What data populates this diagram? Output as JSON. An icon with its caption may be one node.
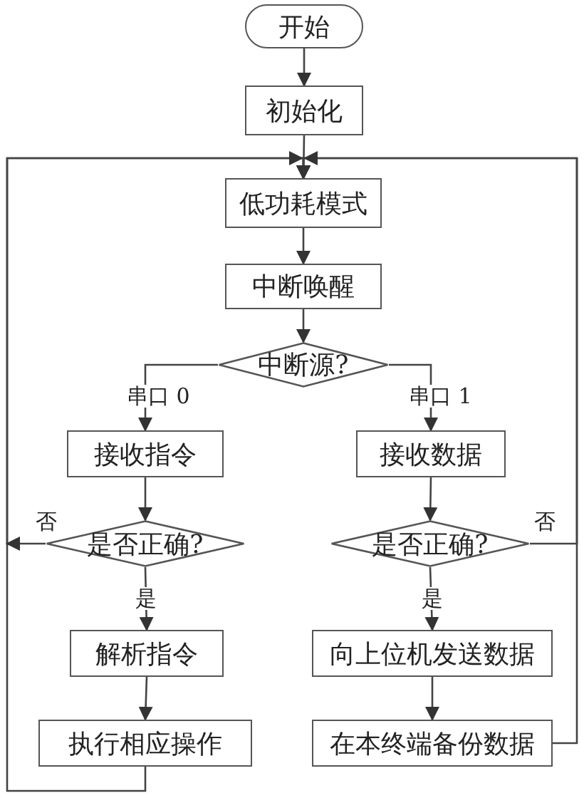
{
  "diagram": {
    "nodes": [
      {
        "text": [
          "开始"
        ]
      },
      {
        "text": [
          "初始化"
        ]
      },
      {
        "text": [
          "低功耗模式"
        ]
      },
      {
        "text": [
          "中断唤醒"
        ]
      },
      {
        "text": [
          "中断源?"
        ]
      },
      {
        "text": [
          "接收指令"
        ]
      },
      {
        "text": [
          "接收数据"
        ]
      },
      {
        "text": [
          "是否正确?"
        ]
      },
      {
        "text": [
          "是否正确?"
        ]
      },
      {
        "text": [
          "解析指令"
        ]
      },
      {
        "text": [
          "向上位机发送数据"
        ]
      },
      {
        "text": [
          "执行相应操作"
        ]
      },
      {
        "text": [
          "在本终端备份数据"
        ]
      }
    ],
    "edges": [
      {
        "from": 0,
        "to": 1,
        "arrow": "to"
      },
      {
        "from": 1,
        "to": 2,
        "arrow": "to"
      },
      {
        "from": 2,
        "to": 3,
        "arrow": "to"
      },
      {
        "from": 3,
        "to": 4,
        "arrow": "to"
      },
      {
        "from": 4,
        "to": 5,
        "arrow": "to",
        "label": "串口 0"
      },
      {
        "from": 4,
        "to": 6,
        "arrow": "to",
        "label": "串口 1"
      },
      {
        "from": 5,
        "to": 7,
        "arrow": "to"
      },
      {
        "from": 6,
        "to": 8,
        "arrow": "to"
      },
      {
        "from": 7,
        "to": 9,
        "arrow": "to",
        "label": "是"
      },
      {
        "from": 8,
        "to": 10,
        "arrow": "to",
        "label": "是"
      },
      {
        "from": 9,
        "to": 11,
        "arrow": "to"
      },
      {
        "from": 10,
        "to": 12,
        "arrow": "to"
      },
      {
        "from": 11,
        "to": 2,
        "arrow": "to"
      },
      {
        "from": 7,
        "to": 2,
        "arrow": "to",
        "label": "否"
      },
      {
        "from": 8,
        "to": 2,
        "arrow": "to",
        "label": "否"
      },
      {
        "from": 12,
        "to": 2,
        "arrow": "to"
      }
    ]
  }
}
